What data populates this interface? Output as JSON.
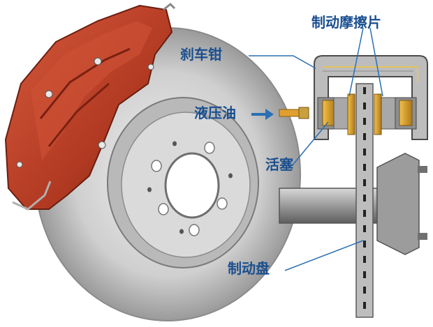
{
  "labels": {
    "caliper": "刹车钳",
    "brake_fluid": "液压油",
    "piston": "活塞",
    "brake_disc": "制动盘",
    "brake_pads": "制动摩擦片"
  },
  "colors": {
    "label_text": "#1a4f8f",
    "leader_line": "#2a6fb5",
    "caliper_red": "#b8402a",
    "disc_silver": "#c8c8c8",
    "pad_gold": "#e0a030"
  }
}
